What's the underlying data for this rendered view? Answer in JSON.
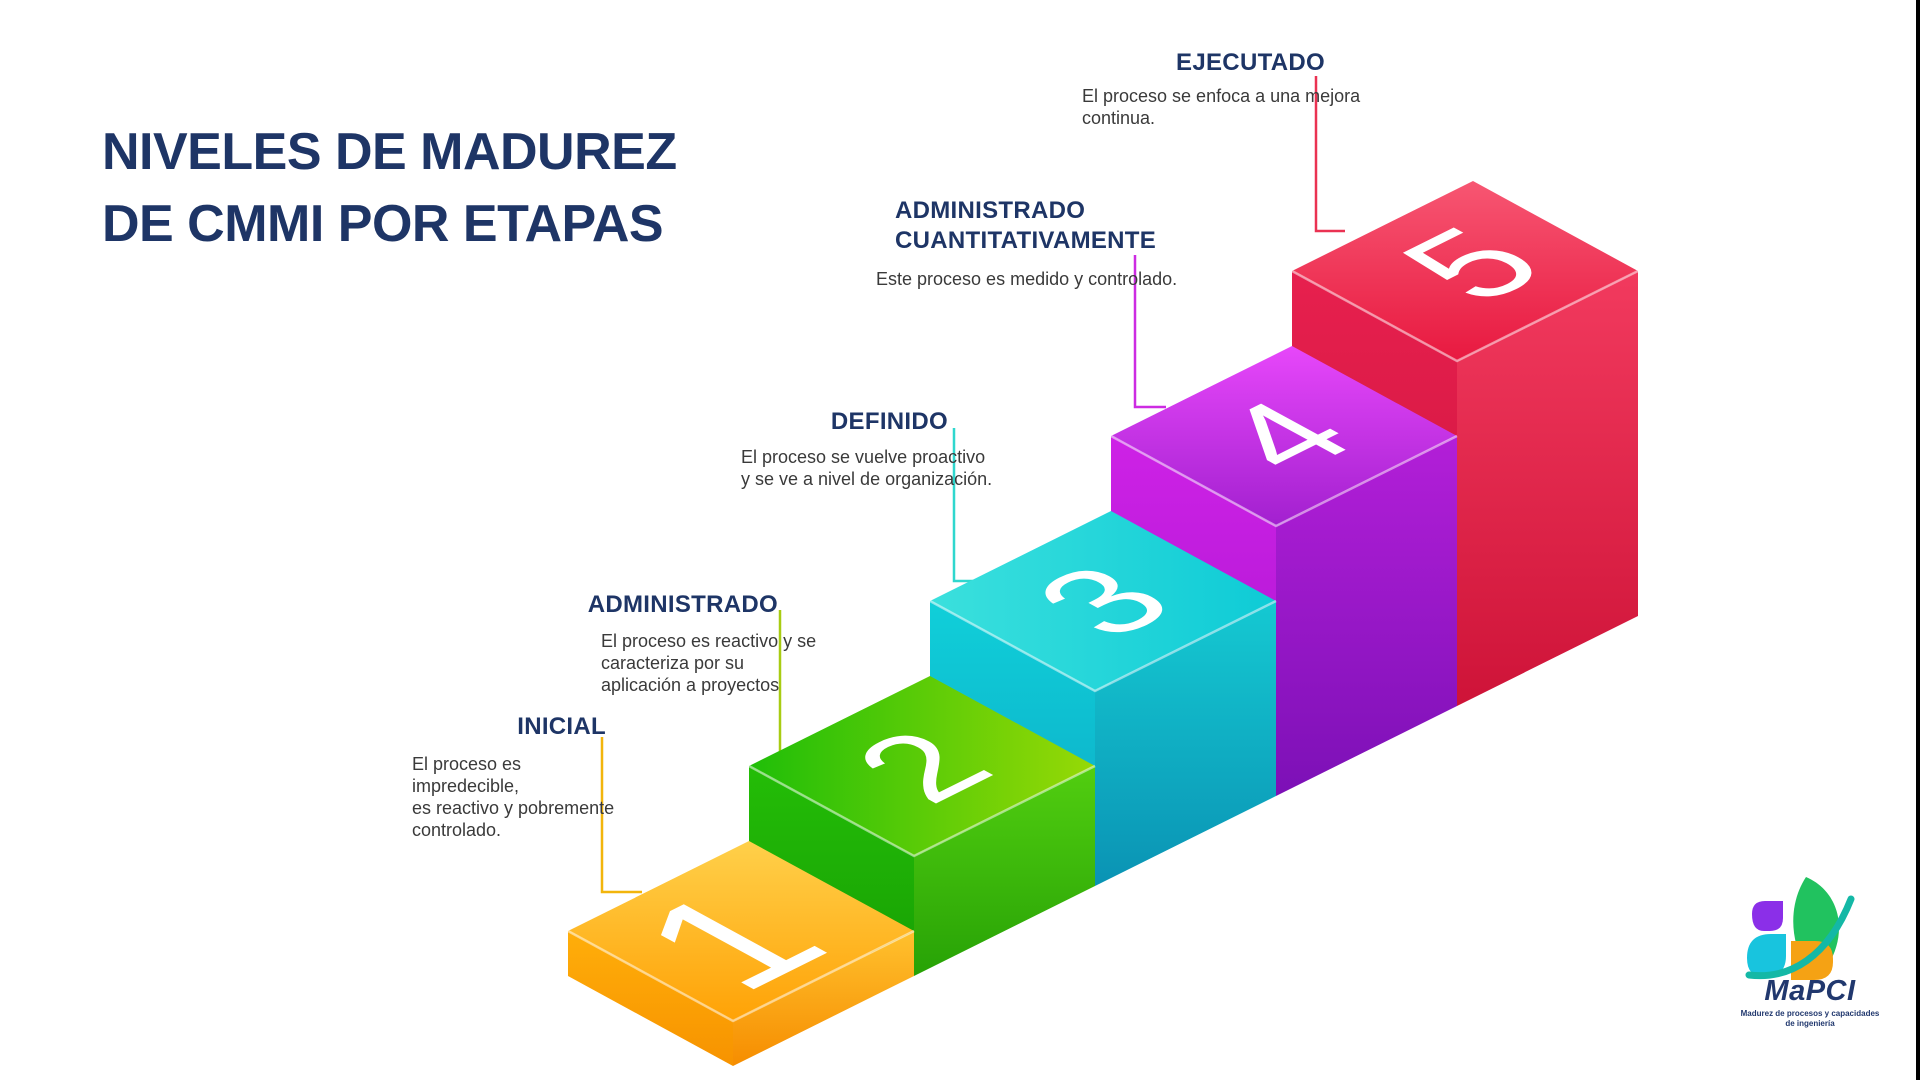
{
  "title": "NIVELES DE MADUREZ\nDE CMMI POR ETAPAS",
  "colors": {
    "title": "#1E3566",
    "heading": "#1E3566",
    "body_text": "#3A3A3A",
    "background": "#FFFFFF",
    "right_edge_bar": "#000000"
  },
  "steps": [
    {
      "number": "1",
      "heading": "INICIAL",
      "body": "El proceso es impredecible,\nes reactivo y pobremente\ncontrolado.",
      "connector_color": "#F2B50C",
      "colors": {
        "top_a": "#FFD04A",
        "top_b": "#FFA206",
        "left_a": "#FFAE0A",
        "left_b": "#F79300",
        "right_a": "#FFC12E",
        "right_b": "#F68D00"
      }
    },
    {
      "number": "2",
      "heading": "ADMINISTRADO",
      "body": "El proceso es reactivo y se\ncaracteriza por su\naplicación a proyectos",
      "connector_color": "#A8CC12",
      "colors": {
        "top_a": "#1FBE08",
        "top_b": "#97D906",
        "left_a": "#24BD07",
        "left_b": "#17A004",
        "right_a": "#52CE10",
        "right_b": "#27A206"
      }
    },
    {
      "number": "3",
      "heading": "DEFINIDO",
      "body": "El proceso se vuelve proactivo\ny se ve a nivel de organización.",
      "connector_color": "#2FD7CE",
      "colors": {
        "top_a": "#3BE0DD",
        "top_b": "#0ECBD6",
        "left_a": "#10CFD9",
        "left_b": "#0CA9C5",
        "right_a": "#15C9D2",
        "right_b": "#0A93B4"
      }
    },
    {
      "number": "4",
      "heading": "ADMINISTRADO\nCUANTITATIVAMENTE",
      "body": "Este proceso es medido y controlado.",
      "connector_color": "#CD2BE2",
      "colors": {
        "top_a": "#E747FA",
        "top_b": "#A220CF",
        "left_a": "#CE22E6",
        "left_b": "#A714CE",
        "right_a": "#B31FD8",
        "right_b": "#7C10B6"
      }
    },
    {
      "number": "5",
      "heading": "EJECUTADO",
      "body": "El proceso se enfoca a una mejora\ncontinua.",
      "connector_color": "#EA3252",
      "colors": {
        "top_a": "#F75672",
        "top_b": "#E81940",
        "left_a": "#E7204E",
        "left_b": "#C9123C",
        "right_a": "#F23A5E",
        "right_b": "#CE1338"
      }
    }
  ],
  "logo": {
    "name": "MaPCI",
    "tagline": "Madurez de procesos y capacidades\nde ingeniería",
    "colors": {
      "petal_purple": "#8B2FE8",
      "petal_green": "#21C25F",
      "petal_cyan": "#18C4DE",
      "petal_orange": "#F5A214",
      "swoosh": "#14B8A6",
      "text": "#21386E"
    }
  }
}
